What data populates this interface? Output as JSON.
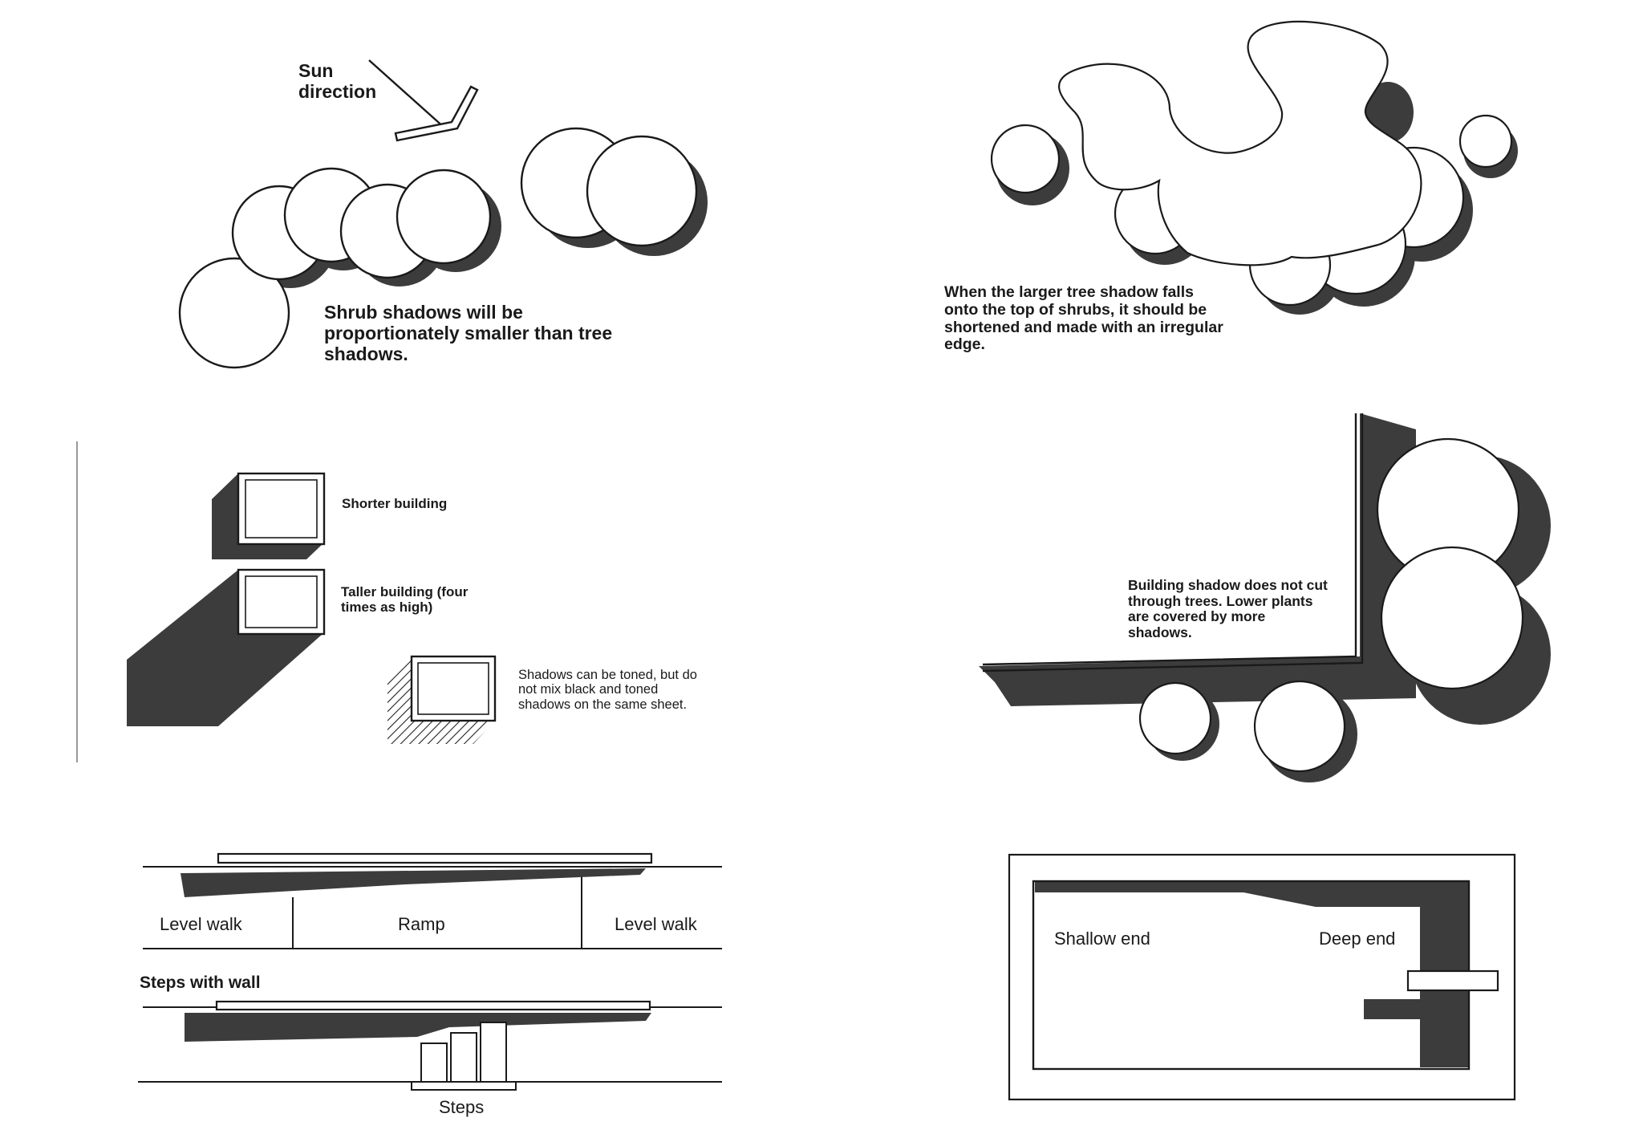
{
  "panels": {
    "shrubs": {
      "sun_label": [
        "Sun",
        "direction"
      ],
      "caption": [
        "Shrub shadows will be",
        "proportionately smaller than tree",
        "shadows."
      ]
    },
    "tree_over_shrubs": {
      "caption": [
        "When the larger tree shadow falls",
        "onto the top of shrubs, it should be",
        "shortened and made with an irregular",
        "edge."
      ]
    },
    "buildings": {
      "shorter_label": "Shorter building",
      "taller_label": [
        "Taller building (four",
        "times as high)"
      ],
      "toned_note": [
        "Shadows can be toned, but do",
        "not mix black and toned",
        "shadows on the same sheet."
      ]
    },
    "building_trees": {
      "caption": [
        "Building shadow does not cut",
        "through trees. Lower plants",
        "are covered by more",
        "shadows."
      ]
    },
    "walls": {
      "level_walk_left": "Level walk",
      "ramp": "Ramp",
      "level_walk_right": "Level walk",
      "steps_heading": "Steps with wall",
      "steps": "Steps"
    },
    "pool": {
      "shallow_end": "Shallow end",
      "deep_end": "Deep end"
    }
  },
  "colors": {
    "ink": "#1a1a1a",
    "shadow": "#3c3c3c",
    "paper": "#ffffff"
  }
}
